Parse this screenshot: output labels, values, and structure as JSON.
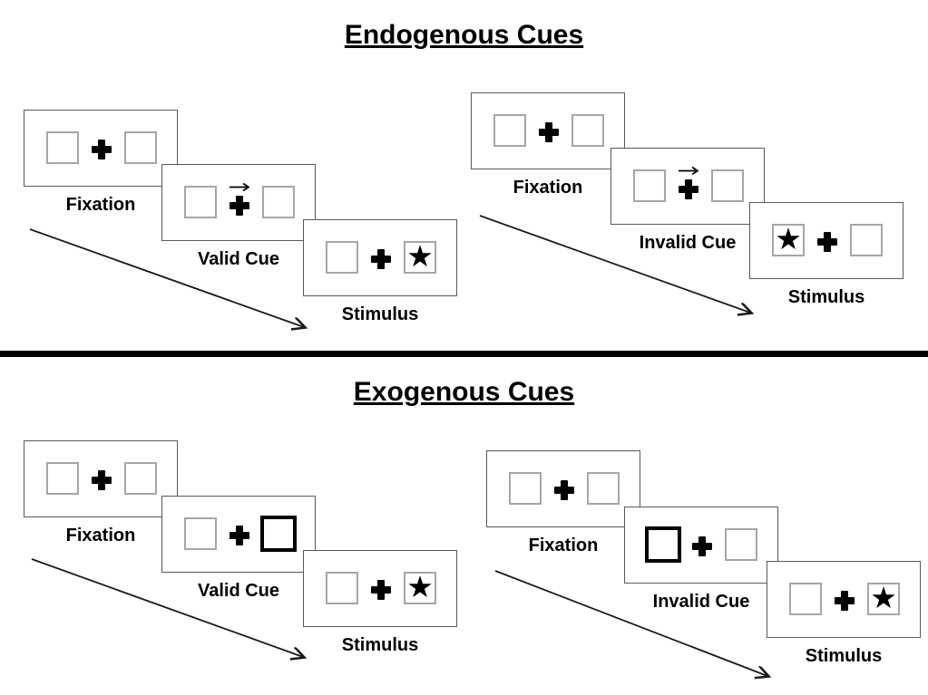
{
  "diagram": {
    "kind": "Posner attention cueing task schematic",
    "divider_color": "#000000",
    "card_border_color": "#595959",
    "box_border_color": "#a6a6a6",
    "highlight_border_color": "#000000",
    "text_color": "#000000"
  },
  "glyphs": {
    "star": "★",
    "fixation_cross": "+",
    "cue_arrow": "→"
  },
  "sections": [
    {
      "title": "Endogenous Cues",
      "panels": [
        {
          "name": "endogenous-valid",
          "cue_style": "central-arrow",
          "cue_direction": "right",
          "stimulus_side": "right",
          "steps": [
            {
              "label": "Fixation"
            },
            {
              "label": "Valid Cue"
            },
            {
              "label": "Stimulus"
            }
          ]
        },
        {
          "name": "endogenous-invalid",
          "cue_style": "central-arrow",
          "cue_direction": "right",
          "stimulus_side": "left",
          "steps": [
            {
              "label": "Fixation"
            },
            {
              "label": "Invalid Cue"
            },
            {
              "label": "Stimulus"
            }
          ]
        }
      ]
    },
    {
      "title": "Exogenous Cues",
      "panels": [
        {
          "name": "exogenous-valid",
          "cue_style": "peripheral-box-highlight",
          "cue_side": "right",
          "stimulus_side": "right",
          "steps": [
            {
              "label": "Fixation"
            },
            {
              "label": "Valid Cue"
            },
            {
              "label": "Stimulus"
            }
          ]
        },
        {
          "name": "exogenous-invalid",
          "cue_style": "peripheral-box-highlight",
          "cue_side": "left",
          "stimulus_side": "right",
          "steps": [
            {
              "label": "Fixation"
            },
            {
              "label": "Invalid Cue"
            },
            {
              "label": "Stimulus"
            }
          ]
        }
      ]
    }
  ]
}
